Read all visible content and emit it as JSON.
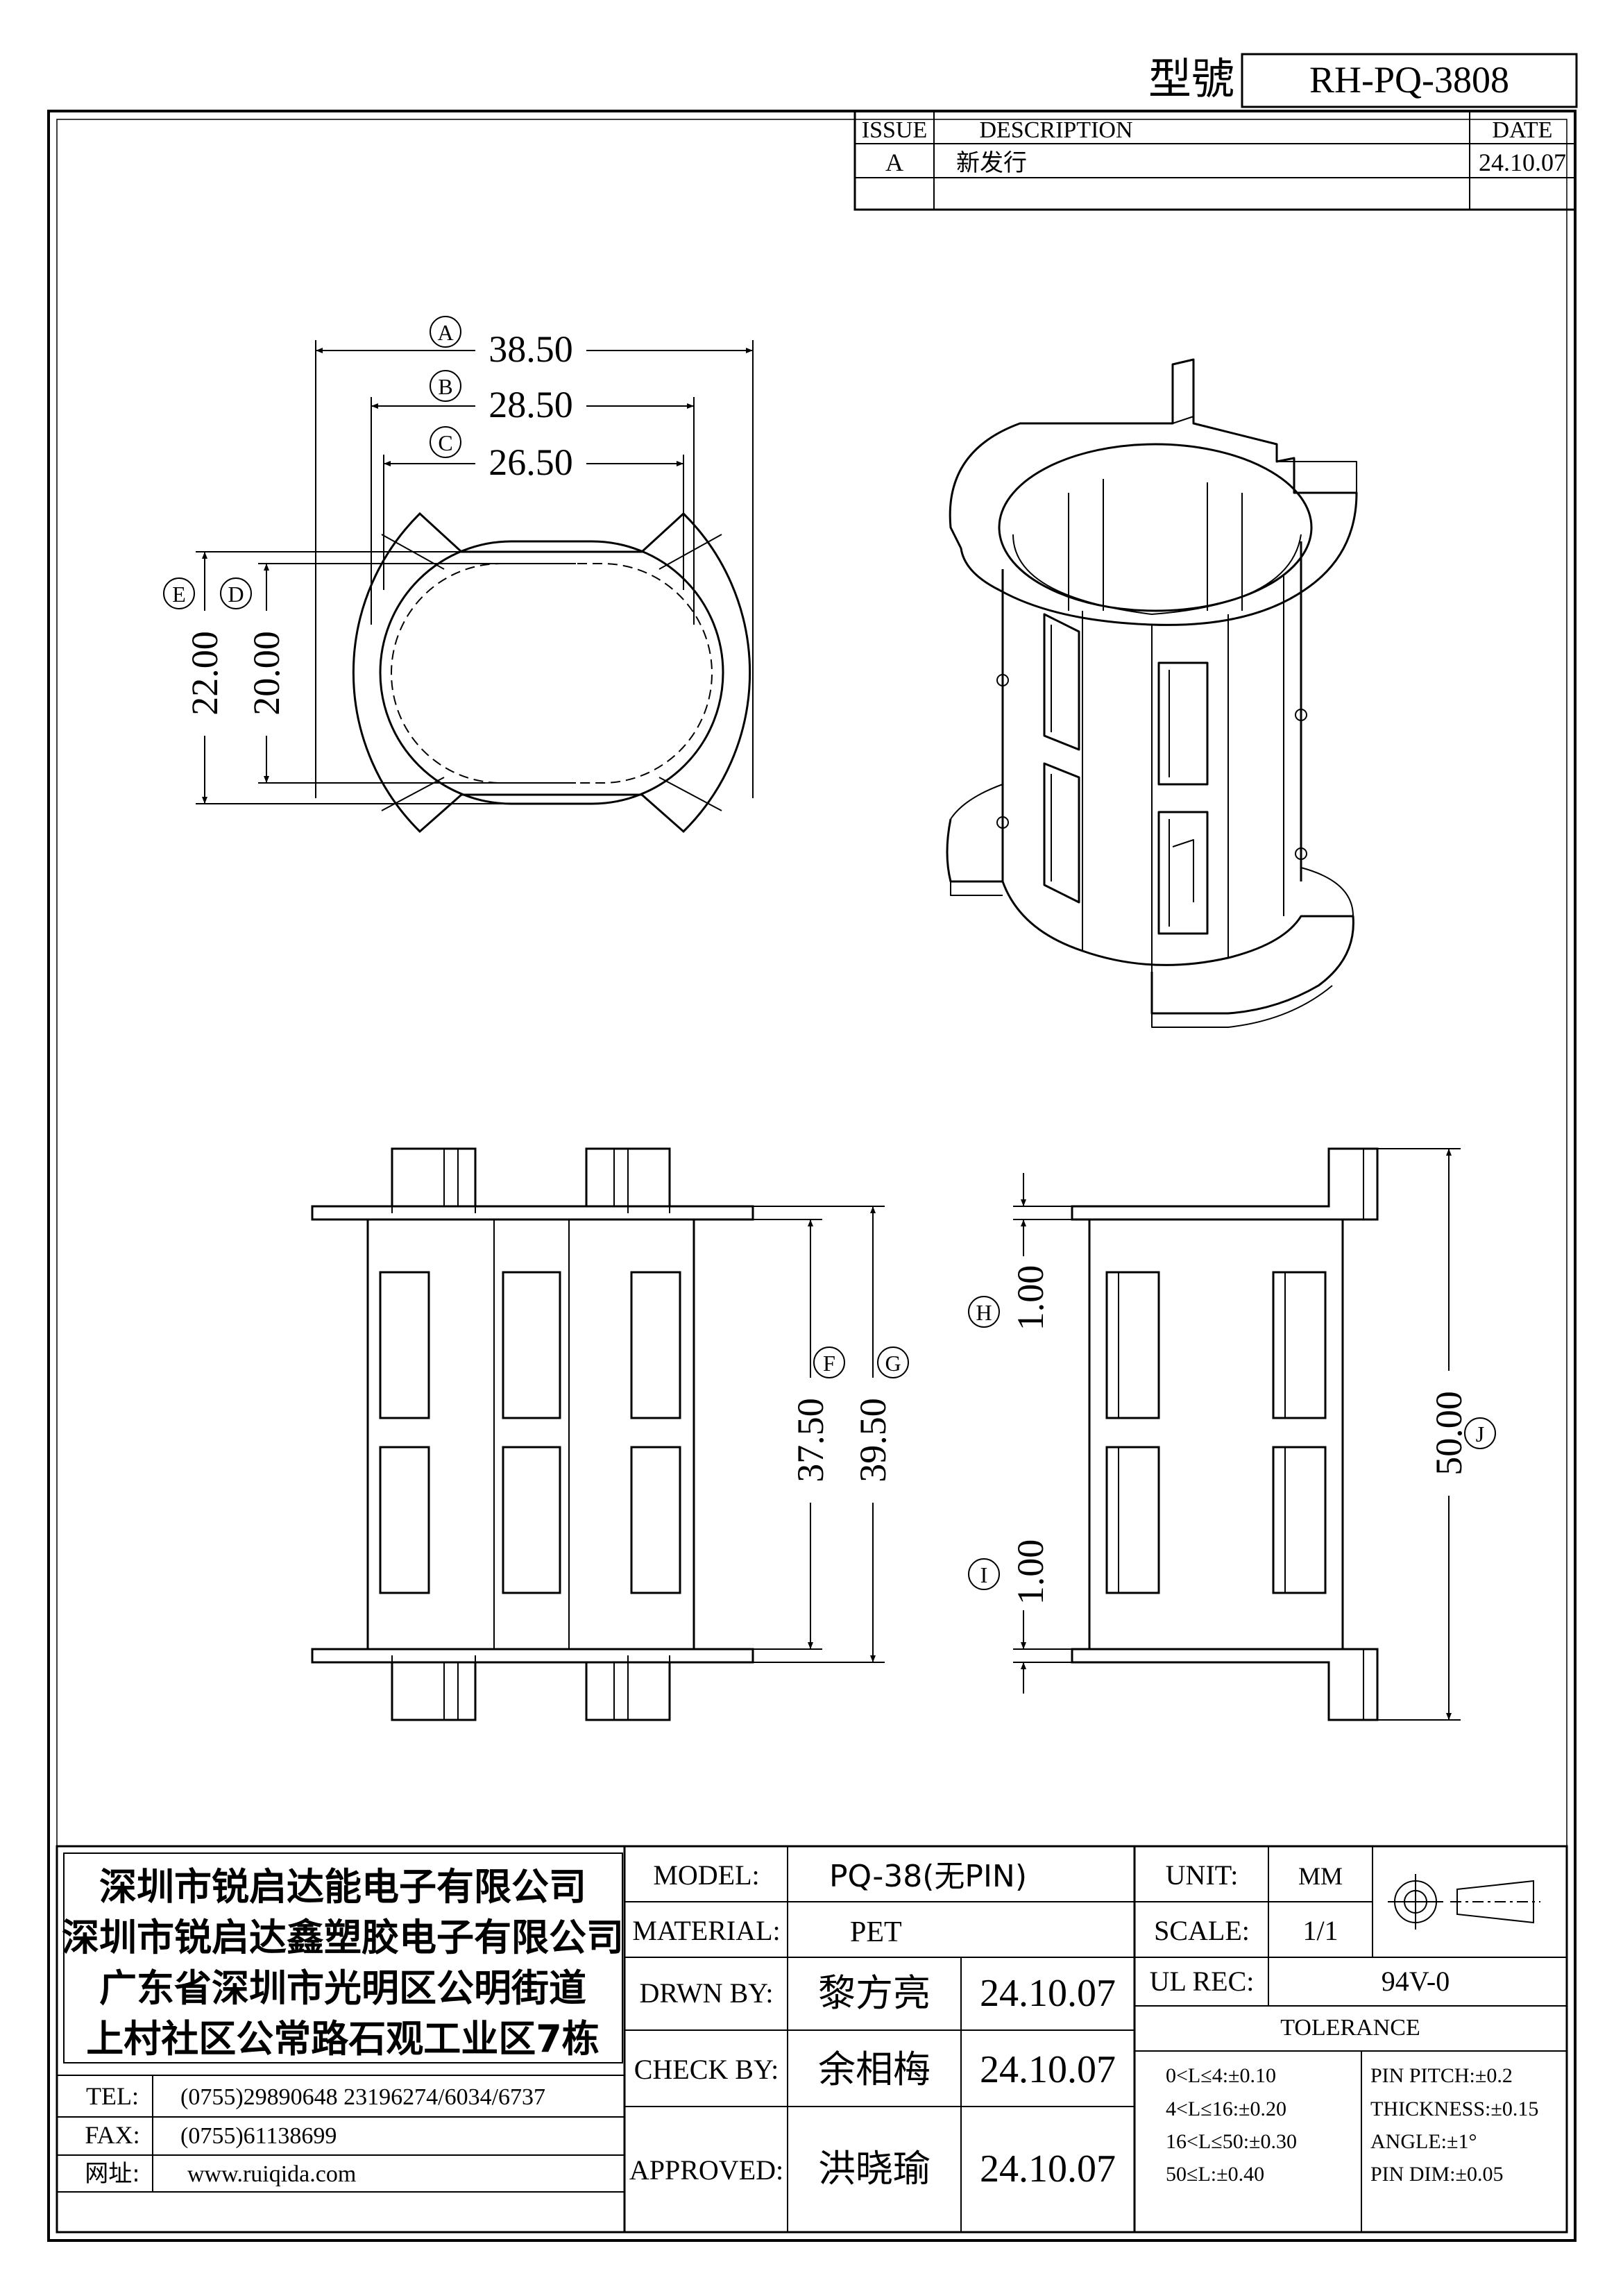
{
  "header": {
    "model_label": "型號",
    "model_value": "RH-PQ-3808"
  },
  "revision_table": {
    "headers": [
      "ISSUE",
      "DESCRIPTION",
      "DATE"
    ],
    "rows": [
      {
        "issue": "A",
        "description": "新发行",
        "date": "24.10.07"
      }
    ]
  },
  "dimensions": {
    "A": {
      "label": "A",
      "value": "38.50"
    },
    "B": {
      "label": "B",
      "value": "28.50"
    },
    "C": {
      "label": "C",
      "value": "26.50"
    },
    "D": {
      "label": "D",
      "value": "20.00"
    },
    "E": {
      "label": "E",
      "value": "22.00"
    },
    "F": {
      "label": "F",
      "value": "37.50"
    },
    "G": {
      "label": "G",
      "value": "39.50"
    },
    "H": {
      "label": "H",
      "value": "1.00"
    },
    "I": {
      "label": "I",
      "value": "1.00"
    },
    "J": {
      "label": "J",
      "value": "50.00"
    }
  },
  "title_block": {
    "company": [
      "深圳市锐启达能电子有限公司",
      "深圳市锐启达鑫塑胶电子有限公司",
      "广东省深圳市光明区公明街道",
      "上村社区公常路石观工业区7栋"
    ],
    "contacts": {
      "tel_label": "TEL:",
      "tel_value": "(0755)29890648   23196274/6034/6737",
      "fax_label": "FAX:",
      "fax_value": "(0755)61138699",
      "web_label": "网址:",
      "web_value": "www.ruiqida.com"
    },
    "model_label": "MODEL:",
    "model_value": "PQ-38(无PIN)",
    "material_label": "MATERIAL:",
    "material_value": "PET",
    "drawn_label": "DRWN BY:",
    "drawn_name": "黎方亮",
    "drawn_date": "24.10.07",
    "check_label": "CHECK BY:",
    "check_name": "余相梅",
    "check_date": "24.10.07",
    "approved_label": "APPROVED:",
    "approved_name": "洪晓瑜",
    "approved_date": "24.10.07",
    "unit_label": "UNIT:",
    "unit_value": "MM",
    "scale_label": "SCALE:",
    "scale_value": "1/1",
    "ul_label": "UL REC:",
    "ul_value": "94V-0",
    "tolerance_title": "TOLERANCE",
    "tolerances_left": [
      "0<L≤4:±0.10",
      "4<L≤16:±0.20",
      "16<L≤50:±0.30",
      "50≤L:±0.40"
    ],
    "tolerances_right": [
      "PIN PITCH:±0.2",
      "THICKNESS:±0.15",
      "ANGLE:±1°",
      "PIN DIM:±0.05"
    ]
  }
}
